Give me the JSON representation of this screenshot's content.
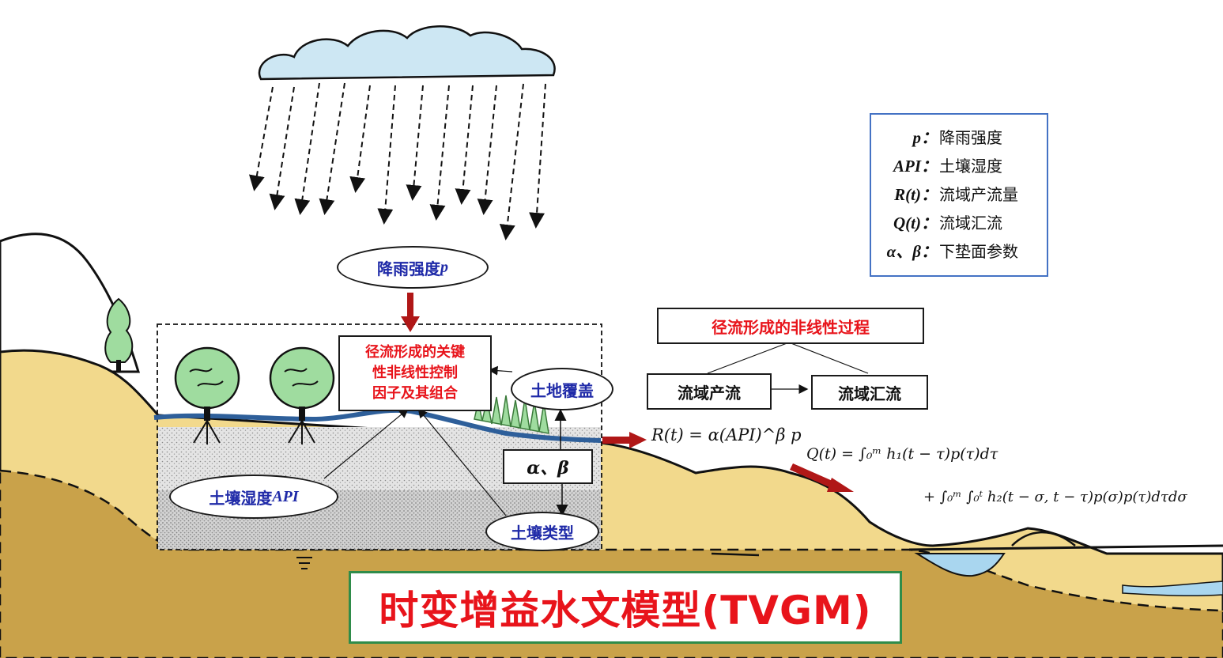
{
  "title": "时变增益水文模型(TVGM)",
  "rain_label": {
    "text": "降雨强度",
    "symbol": "p"
  },
  "key_factors": {
    "lines": [
      "径流形成的关键",
      "性非线性控制",
      "因子及其组合"
    ]
  },
  "land_cover": "土地覆盖",
  "soil_moisture": {
    "text": "土壤湿度",
    "symbol": "API"
  },
  "soil_type": "土壤类型",
  "params_box": "α、β",
  "process": {
    "title": "径流形成的非线性过程",
    "runoff_generation": "流域产流",
    "flow_routing": "流域汇流"
  },
  "legend": [
    {
      "symbol": "p：",
      "text": "降雨强度"
    },
    {
      "symbol": "API：",
      "text": "土壤湿度"
    },
    {
      "symbol": "R(t)：",
      "text": "流域产流量"
    },
    {
      "symbol": "Q(t)：",
      "text": "流域汇流"
    },
    {
      "symbol": "α、β：",
      "text": "下垫面参数"
    }
  ],
  "formulas": {
    "runoff": "R(t) = α(API)^β p",
    "routing_line1": "Q(t) = ∫₀ᵐ h₁(t − τ)p(τ)dτ",
    "routing_line2": "+ ∫₀ᵐ ∫₀ᵗ h₂(t − σ, t − τ)p(σ)p(τ)dτdσ"
  },
  "colors": {
    "title_red": "#e8141b",
    "label_blue": "#1f2aa8",
    "arrow_red": "#b01717",
    "land_sand": "#f2d98c",
    "land_brown": "#c9a24a",
    "water_blue": "#2e5f9a",
    "tree_green": "#9fdc9f",
    "legend_border": "#4472c4",
    "title_border": "#2f8c4a"
  },
  "icons": [
    "cloud-icon",
    "rain-arrows-icon",
    "tree-icon",
    "grass-icon",
    "red-arrow-icon"
  ]
}
